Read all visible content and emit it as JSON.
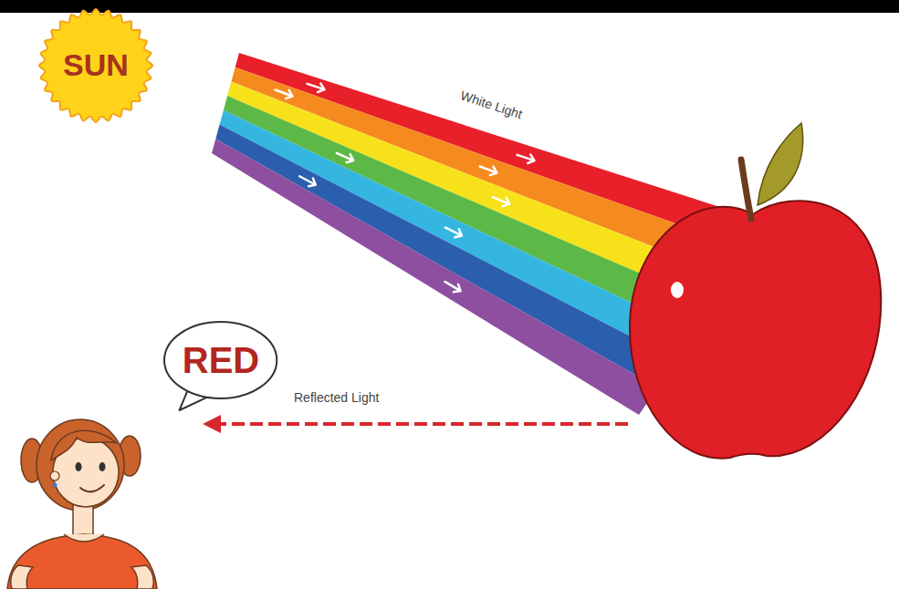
{
  "diagram": {
    "nodes": [
      {
        "text": [
          "SUN"
        ]
      },
      {
        "text": [
          "RED"
        ]
      }
    ],
    "labels": [
      "White Light",
      "Reflected Light"
    ]
  }
}
